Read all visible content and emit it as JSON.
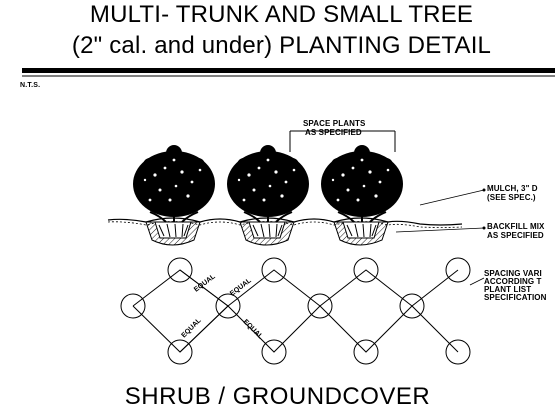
{
  "title": {
    "line1": "MULTI- TRUNK AND SMALL TREE",
    "line2": "(2\" cal. and under) PLANTING DETAIL"
  },
  "scale_note": "N.T.S.",
  "callouts": {
    "spacing_top_line1": "SPACE PLANTS",
    "spacing_top_line2": "AS SPECIFIED",
    "mulch_line1": "MULCH, 3\" D",
    "mulch_line2": "(SEE SPEC.)",
    "backfill_line1": "BACKFILL MIX",
    "backfill_line2": "AS SPECIFIED",
    "spacing_line1": "SPACING VARI",
    "spacing_line2": "ACCORDING T",
    "spacing_line3": "PLANT LIST",
    "spacing_line4": "SPECIFICATION"
  },
  "equal_labels": [
    "EQUAL",
    "EQUAL",
    "EQUAL",
    "EQUAL"
  ],
  "bottom_title": "SHRUB / GROUNDCOVER"
}
